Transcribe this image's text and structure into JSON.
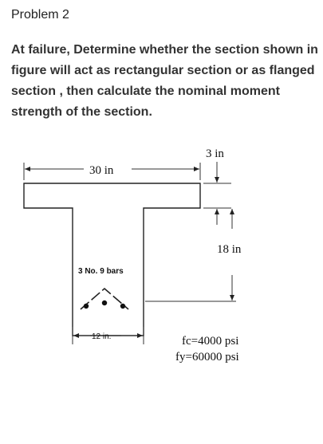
{
  "problem": {
    "heading": "Problem 2",
    "question": "At failure, Determine whether the section shown in figure will act as rectangular section or as flanged section , then calculate the nominal moment strength of the section."
  },
  "figure": {
    "flange_thickness_label": "3 in",
    "flange_width_label": "30 in",
    "depth_label": "18 in",
    "bars_label": "3 No. 9 bars",
    "web_width_label": "12 in.",
    "fc_label": "fc=4000 psi",
    "fy_label": "fy=60000 psi"
  }
}
